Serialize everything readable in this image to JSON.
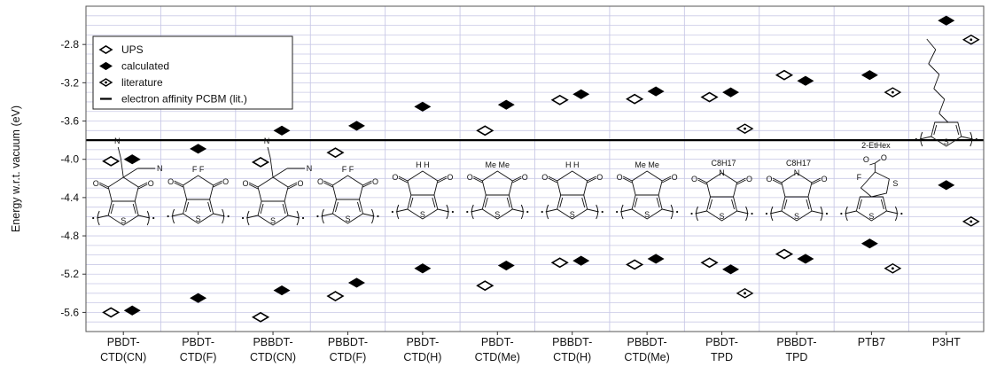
{
  "chart_data": {
    "type": "scatter",
    "ylabel": "Energy w.r.t. vacuum (eV)",
    "ylim": [
      -5.8,
      -2.4
    ],
    "yticks": [
      "-5.6",
      "-5.2",
      "-4.8",
      "-4.4",
      "-4.0",
      "-3.6",
      "-3.2",
      "-2.8"
    ],
    "grid": true,
    "legend_position": "top-left",
    "categories": [
      {
        "line1": "PBDT-",
        "line2": "CTD(CN)"
      },
      {
        "line1": "PBDT-",
        "line2": "CTD(F)"
      },
      {
        "line1": "PBBDT-",
        "line2": "CTD(CN)"
      },
      {
        "line1": "PBBDT-",
        "line2": "CTD(F)"
      },
      {
        "line1": "PBDT-",
        "line2": "CTD(H)"
      },
      {
        "line1": "PBDT-",
        "line2": "CTD(Me)"
      },
      {
        "line1": "PBBDT-",
        "line2": "CTD(H)"
      },
      {
        "line1": "PBBDT-",
        "line2": "CTD(Me)"
      },
      {
        "line1": "PBDT-",
        "line2": "TPD"
      },
      {
        "line1": "PBBDT-",
        "line2": "TPD"
      },
      {
        "line1": "PTB7",
        "line2": ""
      },
      {
        "line1": "P3HT",
        "line2": ""
      }
    ],
    "legend": [
      {
        "label": "UPS"
      },
      {
        "label": "calculated"
      },
      {
        "label": "literature"
      },
      {
        "label": "electron affinity PCBM (lit.)"
      }
    ],
    "reference_line": {
      "y": -3.8
    },
    "series": [
      {
        "marker": "open-diamond",
        "points": [
          {
            "cat": 0,
            "y": -4.02
          },
          {
            "cat": 0,
            "y": -5.6
          },
          {
            "cat": 2,
            "y": -4.03
          },
          {
            "cat": 2,
            "y": -5.65
          },
          {
            "cat": 3,
            "y": -3.93
          },
          {
            "cat": 3,
            "y": -5.43
          },
          {
            "cat": 5,
            "y": -3.7
          },
          {
            "cat": 5,
            "y": -5.32
          },
          {
            "cat": 6,
            "y": -3.38
          },
          {
            "cat": 6,
            "y": -5.08
          },
          {
            "cat": 7,
            "y": -3.37
          },
          {
            "cat": 7,
            "y": -5.1
          },
          {
            "cat": 8,
            "y": -3.35
          },
          {
            "cat": 8,
            "y": -5.08
          },
          {
            "cat": 9,
            "y": -3.12
          },
          {
            "cat": 9,
            "y": -4.99
          }
        ]
      },
      {
        "marker": "filled-diamond",
        "points": [
          {
            "cat": 0,
            "y": -4.0
          },
          {
            "cat": 0,
            "y": -5.58
          },
          {
            "cat": 1,
            "y": -3.89
          },
          {
            "cat": 1,
            "y": -5.45
          },
          {
            "cat": 2,
            "y": -3.7
          },
          {
            "cat": 2,
            "y": -5.37
          },
          {
            "cat": 3,
            "y": -3.65
          },
          {
            "cat": 3,
            "y": -5.29
          },
          {
            "cat": 4,
            "y": -3.45
          },
          {
            "cat": 4,
            "y": -5.14
          },
          {
            "cat": 5,
            "y": -3.43
          },
          {
            "cat": 5,
            "y": -5.11
          },
          {
            "cat": 6,
            "y": -3.32
          },
          {
            "cat": 6,
            "y": -5.06
          },
          {
            "cat": 7,
            "y": -3.29
          },
          {
            "cat": 7,
            "y": -5.04
          },
          {
            "cat": 8,
            "y": -3.3
          },
          {
            "cat": 8,
            "y": -5.15
          },
          {
            "cat": 9,
            "y": -3.18
          },
          {
            "cat": 9,
            "y": -5.04
          },
          {
            "cat": 10,
            "y": -3.12
          },
          {
            "cat": 10,
            "y": -4.88
          },
          {
            "cat": 11,
            "y": -2.55
          },
          {
            "cat": 11,
            "y": -4.27
          }
        ]
      },
      {
        "marker": "dotted-diamond",
        "points": [
          {
            "cat": 8,
            "y": -3.68
          },
          {
            "cat": 8,
            "y": -5.4
          },
          {
            "cat": 10,
            "y": -3.3
          },
          {
            "cat": 10,
            "y": -5.14
          },
          {
            "cat": 11,
            "y": -2.75
          },
          {
            "cat": 11,
            "y": -4.65
          }
        ]
      }
    ],
    "structure_labels": {
      "h_h": "H  H",
      "me_me": "Me  Me",
      "f_f": "F  F",
      "f": "F",
      "n": "N",
      "o": "O",
      "s": "S",
      "c8h17": "C8H17",
      "ethex": "2-EtHex"
    }
  }
}
